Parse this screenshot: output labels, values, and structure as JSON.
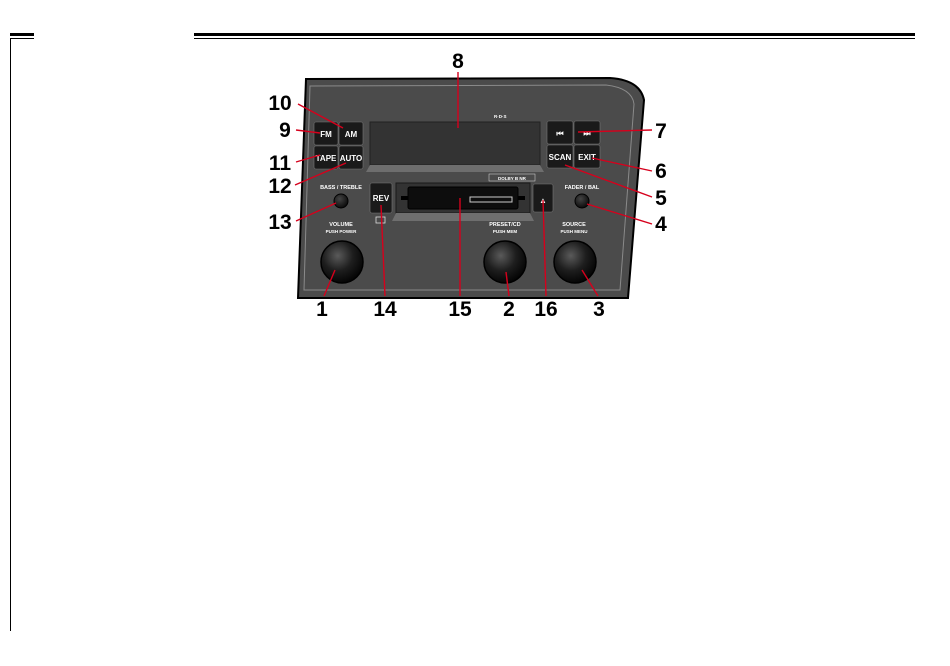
{
  "buttons": {
    "fm": "FM",
    "am": "AM",
    "tape": "TAPE",
    "auto": "AUTO",
    "scan": "SCAN",
    "exit": "EXIT",
    "rev": "REV",
    "prev_glyph": "⏮",
    "next_glyph": "⏭",
    "eject_glyph": "▲"
  },
  "panel_labels": {
    "bass_treble": "BASS / TREBLE",
    "fader_bal": "FADER / BAL",
    "volume": "VOLUME",
    "volume_sub": "PUSH POWER",
    "preset": "PRESET/CD",
    "preset_sub": "PUSH MEM",
    "source": "SOURCE",
    "source_sub": "PUSH MENU",
    "rds": "R·D·S",
    "dolby": "DOLBY B NR"
  },
  "callouts": {
    "c1": "1",
    "c2": "2",
    "c3": "3",
    "c4": "4",
    "c5": "5",
    "c6": "6",
    "c7": "7",
    "c8": "8",
    "c9": "9",
    "c10": "10",
    "c11": "11",
    "c12": "12",
    "c13": "13",
    "c14": "14",
    "c15": "15",
    "c16": "16"
  },
  "colors": {
    "panel": "#4b4b4b",
    "panel_dark": "#2f2f2f",
    "button": "#1a1a1a",
    "leader": "#d6001c",
    "knob": "#161616"
  }
}
